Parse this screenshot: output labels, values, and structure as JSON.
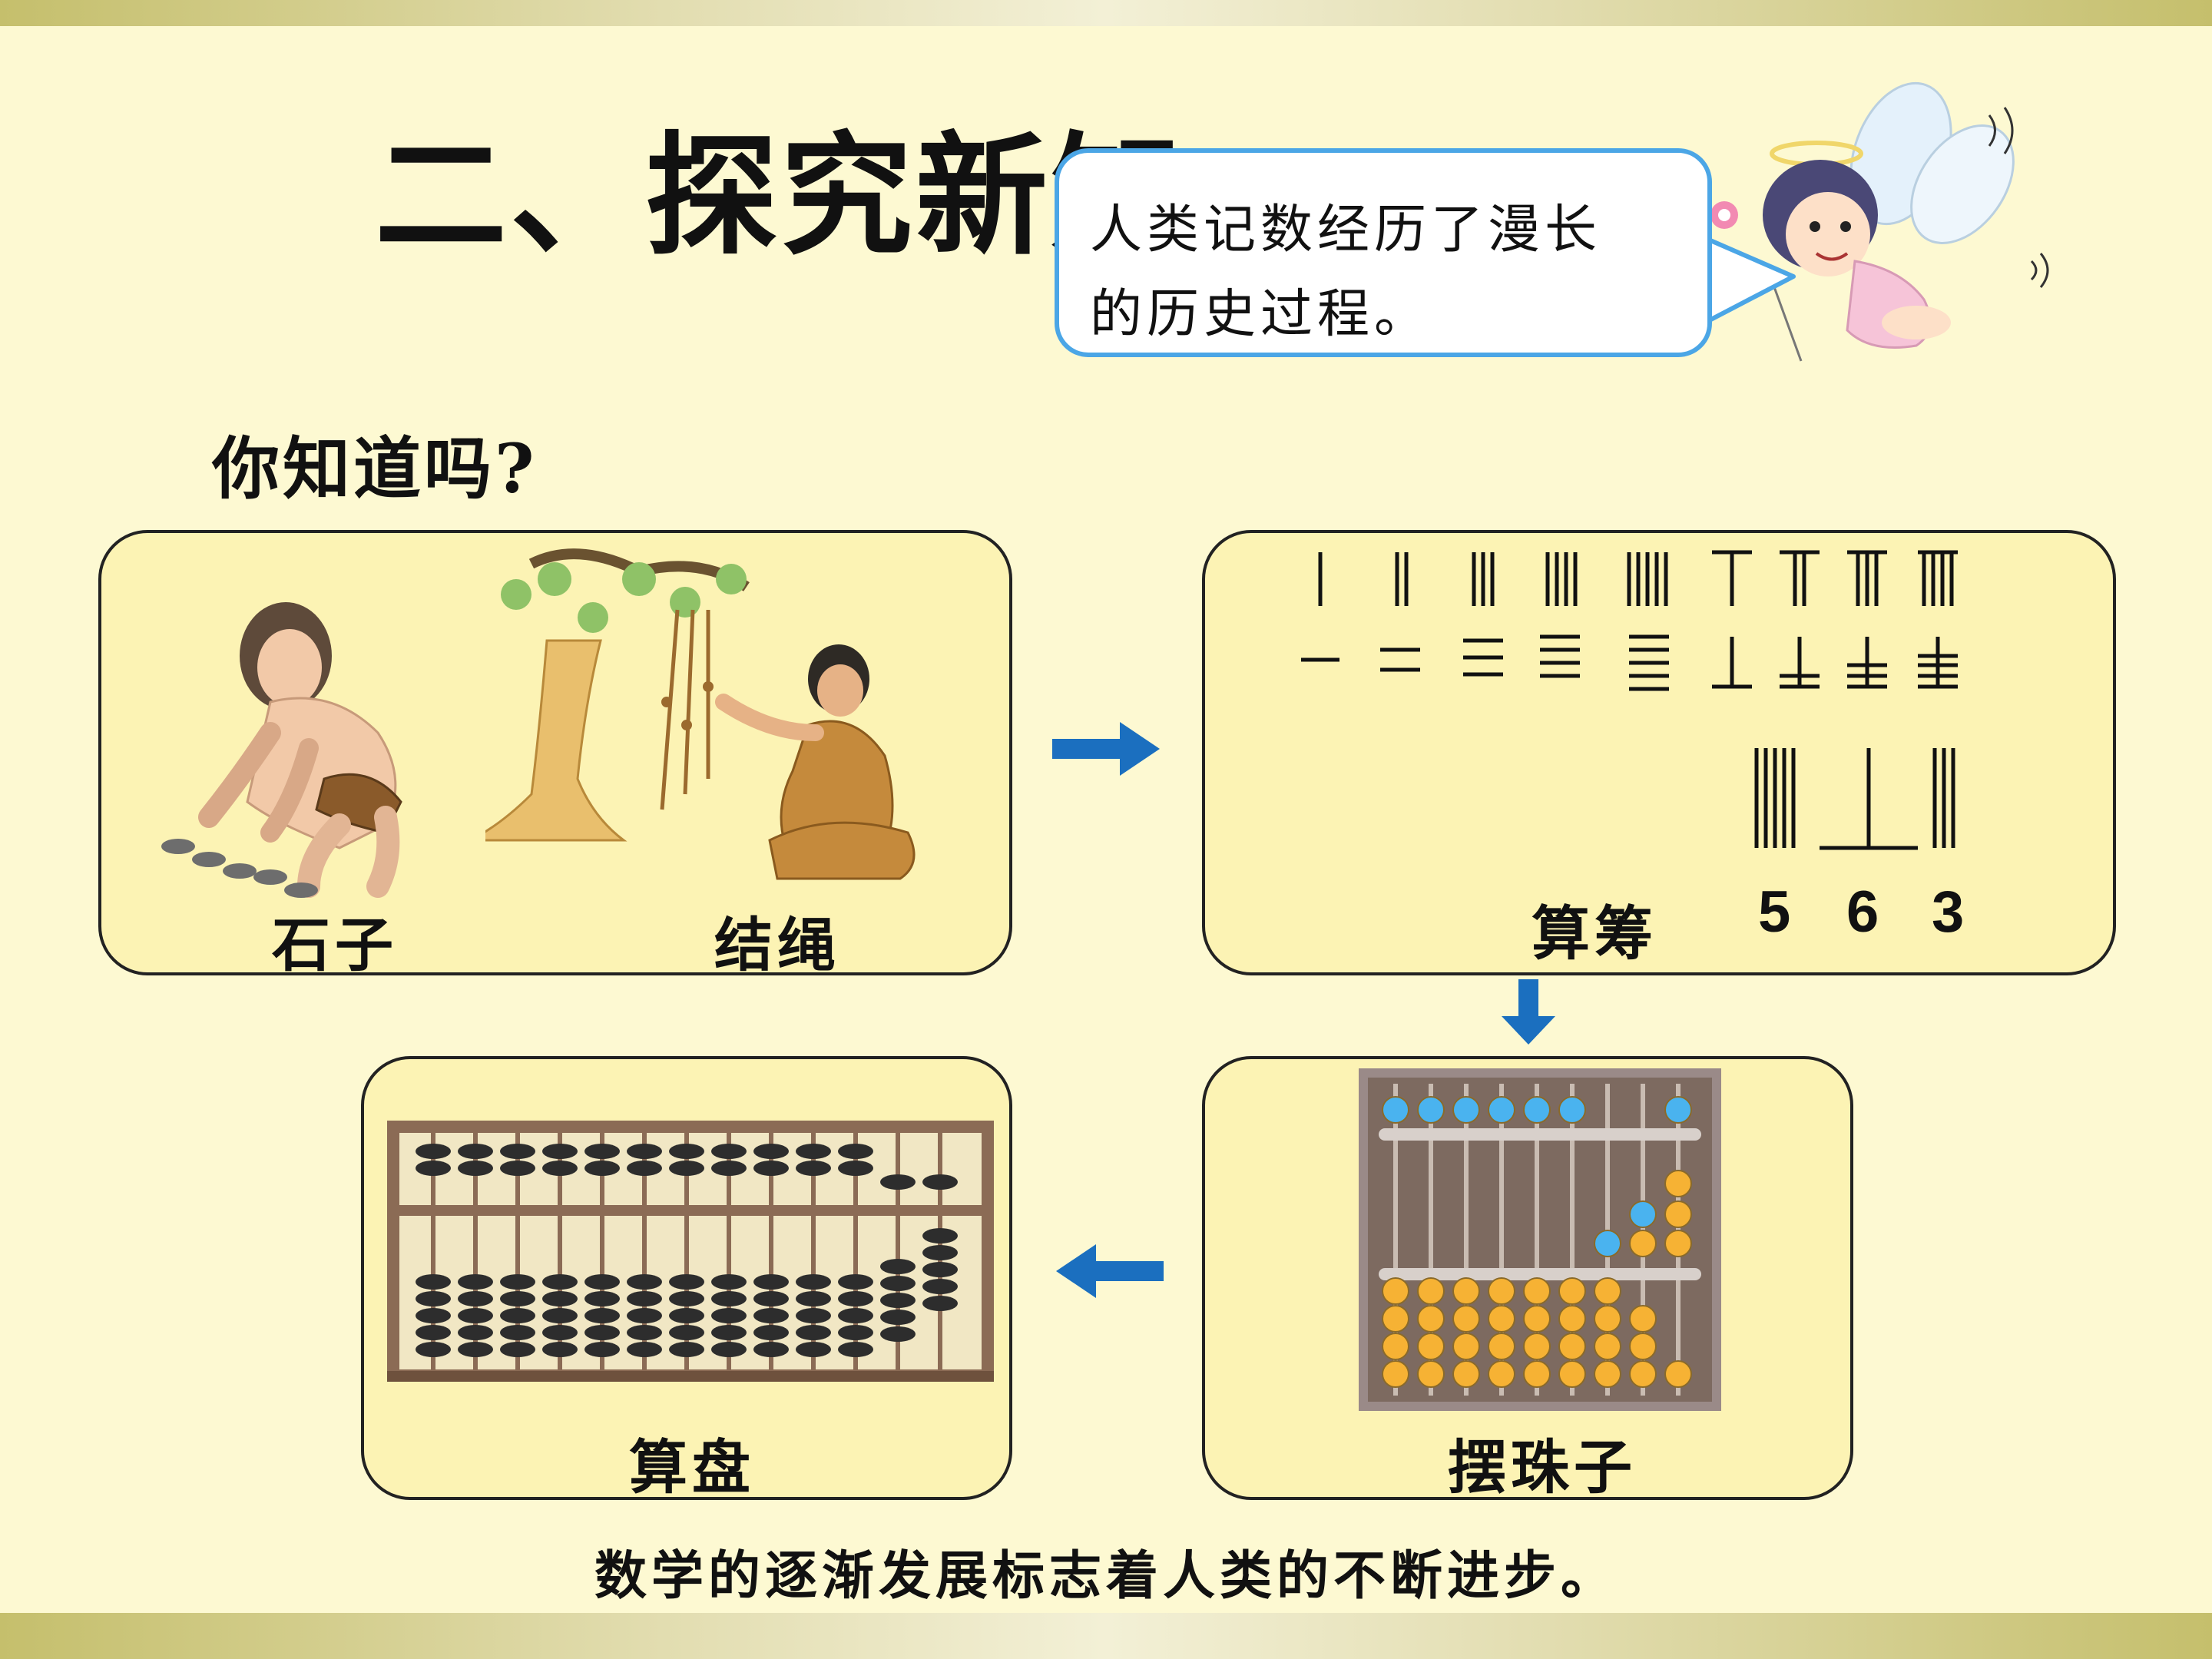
{
  "slide": {
    "title": "二、探究新知",
    "speech_bubble": {
      "line1": "人类记数经历了漫长",
      "line2": "的历史过程。"
    },
    "question": "你知道吗?",
    "footer": "数学的逐渐发展标志着人类的不断进步。"
  },
  "panels": {
    "early": {
      "label_left": "石子",
      "label_right": "结绳"
    },
    "rods": {
      "label": "算筹",
      "digits": [
        "5",
        "6",
        "3"
      ]
    },
    "beads": {
      "label": "摆珠子"
    },
    "abacus": {
      "label": "算盘"
    }
  },
  "colors": {
    "arrow": "#1b6fbf",
    "panel_fill": "#fcf3b4",
    "bubble_border": "#4ba6e6",
    "background": "#fdf9d2"
  }
}
